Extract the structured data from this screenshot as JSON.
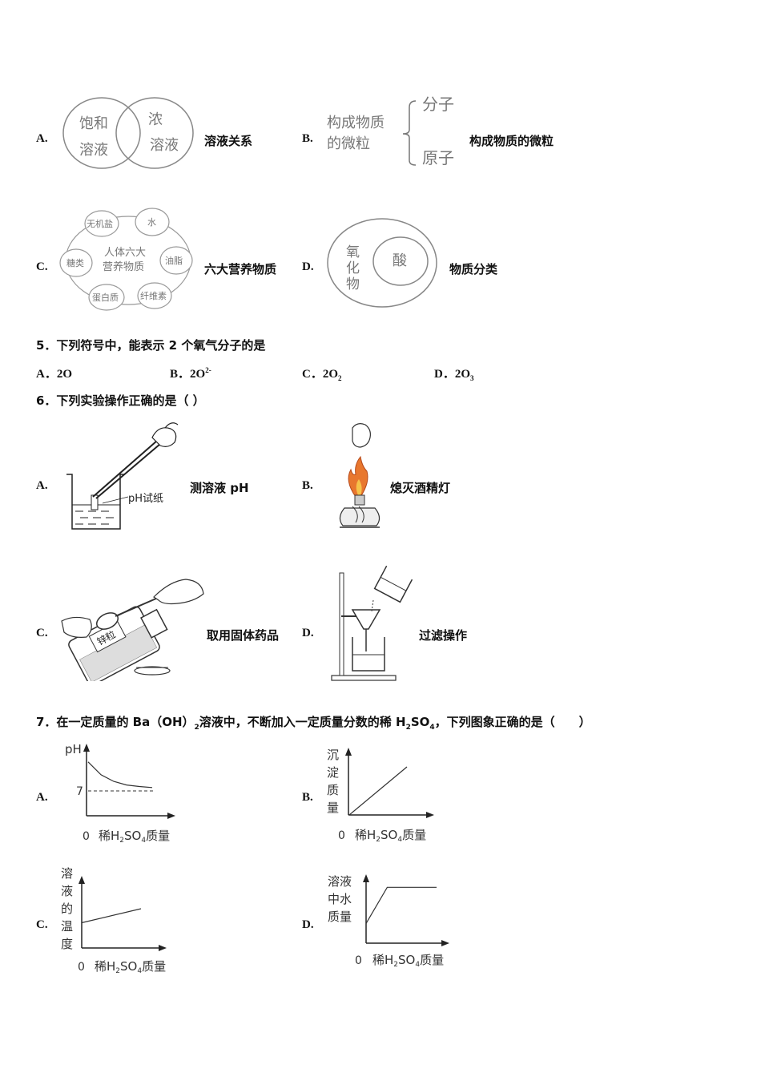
{
  "q4": {
    "A": {
      "label": "A.",
      "caption": "溶液关系",
      "left": "饱和",
      "left2": "溶液",
      "right": "浓",
      "right2": "溶液"
    },
    "B": {
      "label": "B.",
      "caption": "构成物质的微粒",
      "main1": "构成物质",
      "main2": "的微粒",
      "top": "分子",
      "bottom": "原子"
    },
    "C": {
      "label": "C.",
      "caption": "六大营养物质",
      "center1": "人体六大",
      "center2": "营养物质",
      "nodes": [
        "无机盐",
        "水",
        "油脂",
        "纤维素",
        "蛋白质",
        "糖类"
      ]
    },
    "D": {
      "label": "D.",
      "caption": "物质分类",
      "outer": [
        "氧",
        "化",
        "物"
      ],
      "inner": "酸"
    }
  },
  "q5": {
    "stem": "5．下列符号中，能表示 2 个氧气分子的是",
    "A": {
      "label": "A．",
      "text": "2O"
    },
    "B": {
      "label": "B．",
      "text": "2O",
      "sup": "2-"
    },
    "C": {
      "label": "C．",
      "text": "2O",
      "sub": "2"
    },
    "D": {
      "label": "D．",
      "text": "2O",
      "sub": "3"
    }
  },
  "q6": {
    "stem": "6．下列实验操作正确的是（ ）",
    "A": {
      "label": "A.",
      "caption": "测溶液 pH",
      "tag": "pH试纸"
    },
    "B": {
      "label": "B.",
      "caption": "熄灭酒精灯"
    },
    "C": {
      "label": "C.",
      "caption": "取用固体药品",
      "bottle": "锌粒"
    },
    "D": {
      "label": "D.",
      "caption": "过滤操作"
    }
  },
  "q7": {
    "stem_pre": "7．在一定质量的 Ba（OH）",
    "stem_sub": "2",
    "stem_mid": "溶液中，不断加入一定质量分数的稀 H",
    "stem_sub2": "2",
    "stem_mid2": "SO",
    "stem_sub3": "4",
    "stem_post": "，下列图象正确的是（　　）",
    "xlabel_pre": "稀H",
    "xlabel_sub1": "2",
    "xlabel_mid": "SO",
    "xlabel_sub2": "4",
    "xlabel_post": "质量",
    "origin": "0",
    "A": {
      "label": "A.",
      "ylabel": "pH",
      "tick": "7"
    },
    "B": {
      "label": "B.",
      "ylabel": [
        "沉",
        "淀",
        "质",
        "量"
      ]
    },
    "C": {
      "label": "C.",
      "ylabel": [
        "溶",
        "液",
        "的",
        "温",
        "度"
      ]
    },
    "D": {
      "label": "D.",
      "ylabel": [
        "溶液",
        "中水",
        "质量"
      ]
    }
  },
  "chart_data": [
    {
      "type": "line",
      "option": "A",
      "ylabel": "pH",
      "xlabel": "稀H2SO4质量",
      "reference": 7,
      "x": [
        0,
        1,
        2,
        3,
        4,
        5
      ],
      "y": [
        12,
        9.5,
        8.2,
        7.5,
        7.2,
        7.0
      ]
    },
    {
      "type": "line",
      "option": "B",
      "ylabel": "沉淀质量",
      "xlabel": "稀H2SO4质量",
      "x": [
        0,
        1
      ],
      "y": [
        0,
        1
      ]
    },
    {
      "type": "line",
      "option": "C",
      "ylabel": "溶液的温度",
      "xlabel": "稀H2SO4质量",
      "x": [
        0,
        1
      ],
      "y": [
        0.45,
        0.7
      ]
    },
    {
      "type": "line",
      "option": "D",
      "ylabel": "溶液中水质量",
      "xlabel": "稀H2SO4质量",
      "x": [
        0,
        0.3,
        1
      ],
      "y": [
        0.3,
        0.85,
        0.85
      ]
    }
  ]
}
